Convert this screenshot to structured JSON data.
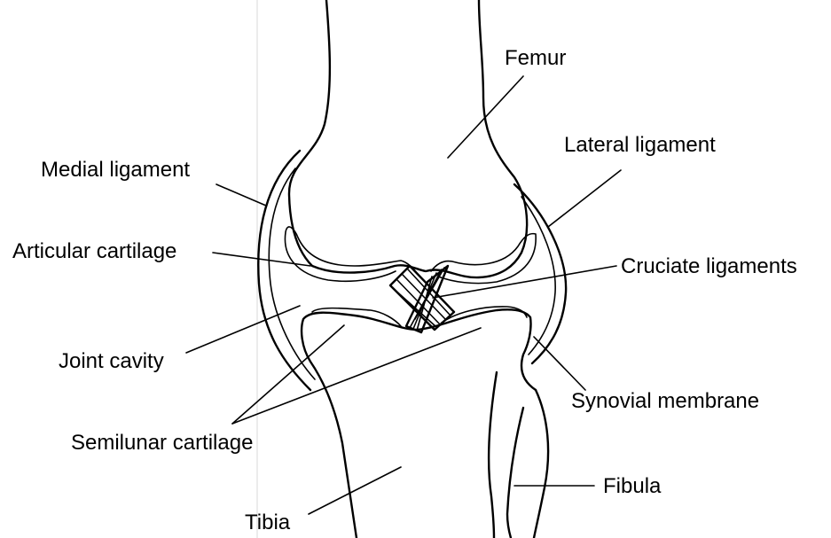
{
  "diagram": {
    "labels": {
      "femur": "Femur",
      "lateral_ligament": "Lateral ligament",
      "medial_ligament": "Medial ligament",
      "articular_cartilage": "Articular cartilage",
      "cruciate_ligaments": "Cruciate ligaments",
      "joint_cavity": "Joint cavity",
      "synovial_membrane": "Synovial membrane",
      "semilunar_cartilage": "Semilunar cartilage",
      "fibula": "Fibula",
      "tibia": "Tibia"
    }
  }
}
